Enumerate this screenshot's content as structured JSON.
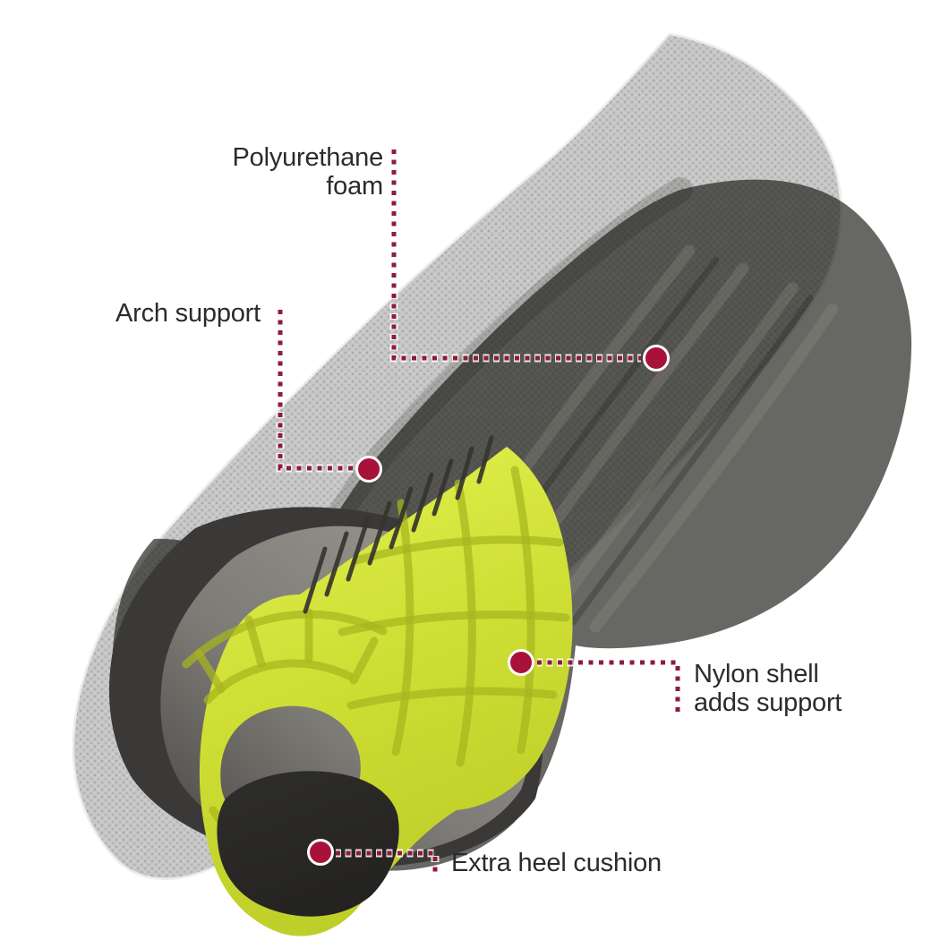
{
  "figure": {
    "description": "Exploded cutaway illustration of an orthotic shoe insole with annotated layers",
    "background": "#ffffff"
  },
  "callouts": [
    {
      "id": "polyurethane-foam",
      "line1": "Polyurethane",
      "line2": "foam"
    },
    {
      "id": "arch-support",
      "line1": "Arch support",
      "line2": ""
    },
    {
      "id": "nylon-shell",
      "line1": "Nylon shell",
      "line2": "adds support"
    },
    {
      "id": "extra-heel-cushion",
      "line1": "Extra heel cushion",
      "line2": ""
    }
  ],
  "theme": {
    "accent": "#a8123a",
    "dotted_line": "#8e1b3c",
    "label_text": "#2b2b2b",
    "fabric_gray": "#c6c6c6",
    "sole_dark": "#1d1d18",
    "charcoal": "#3a3938",
    "foam_mid_gray": "#7d7b76",
    "shell_yellow": "#cddd33",
    "heel_cushion_black": "#232220",
    "bg": "#ffffff"
  }
}
